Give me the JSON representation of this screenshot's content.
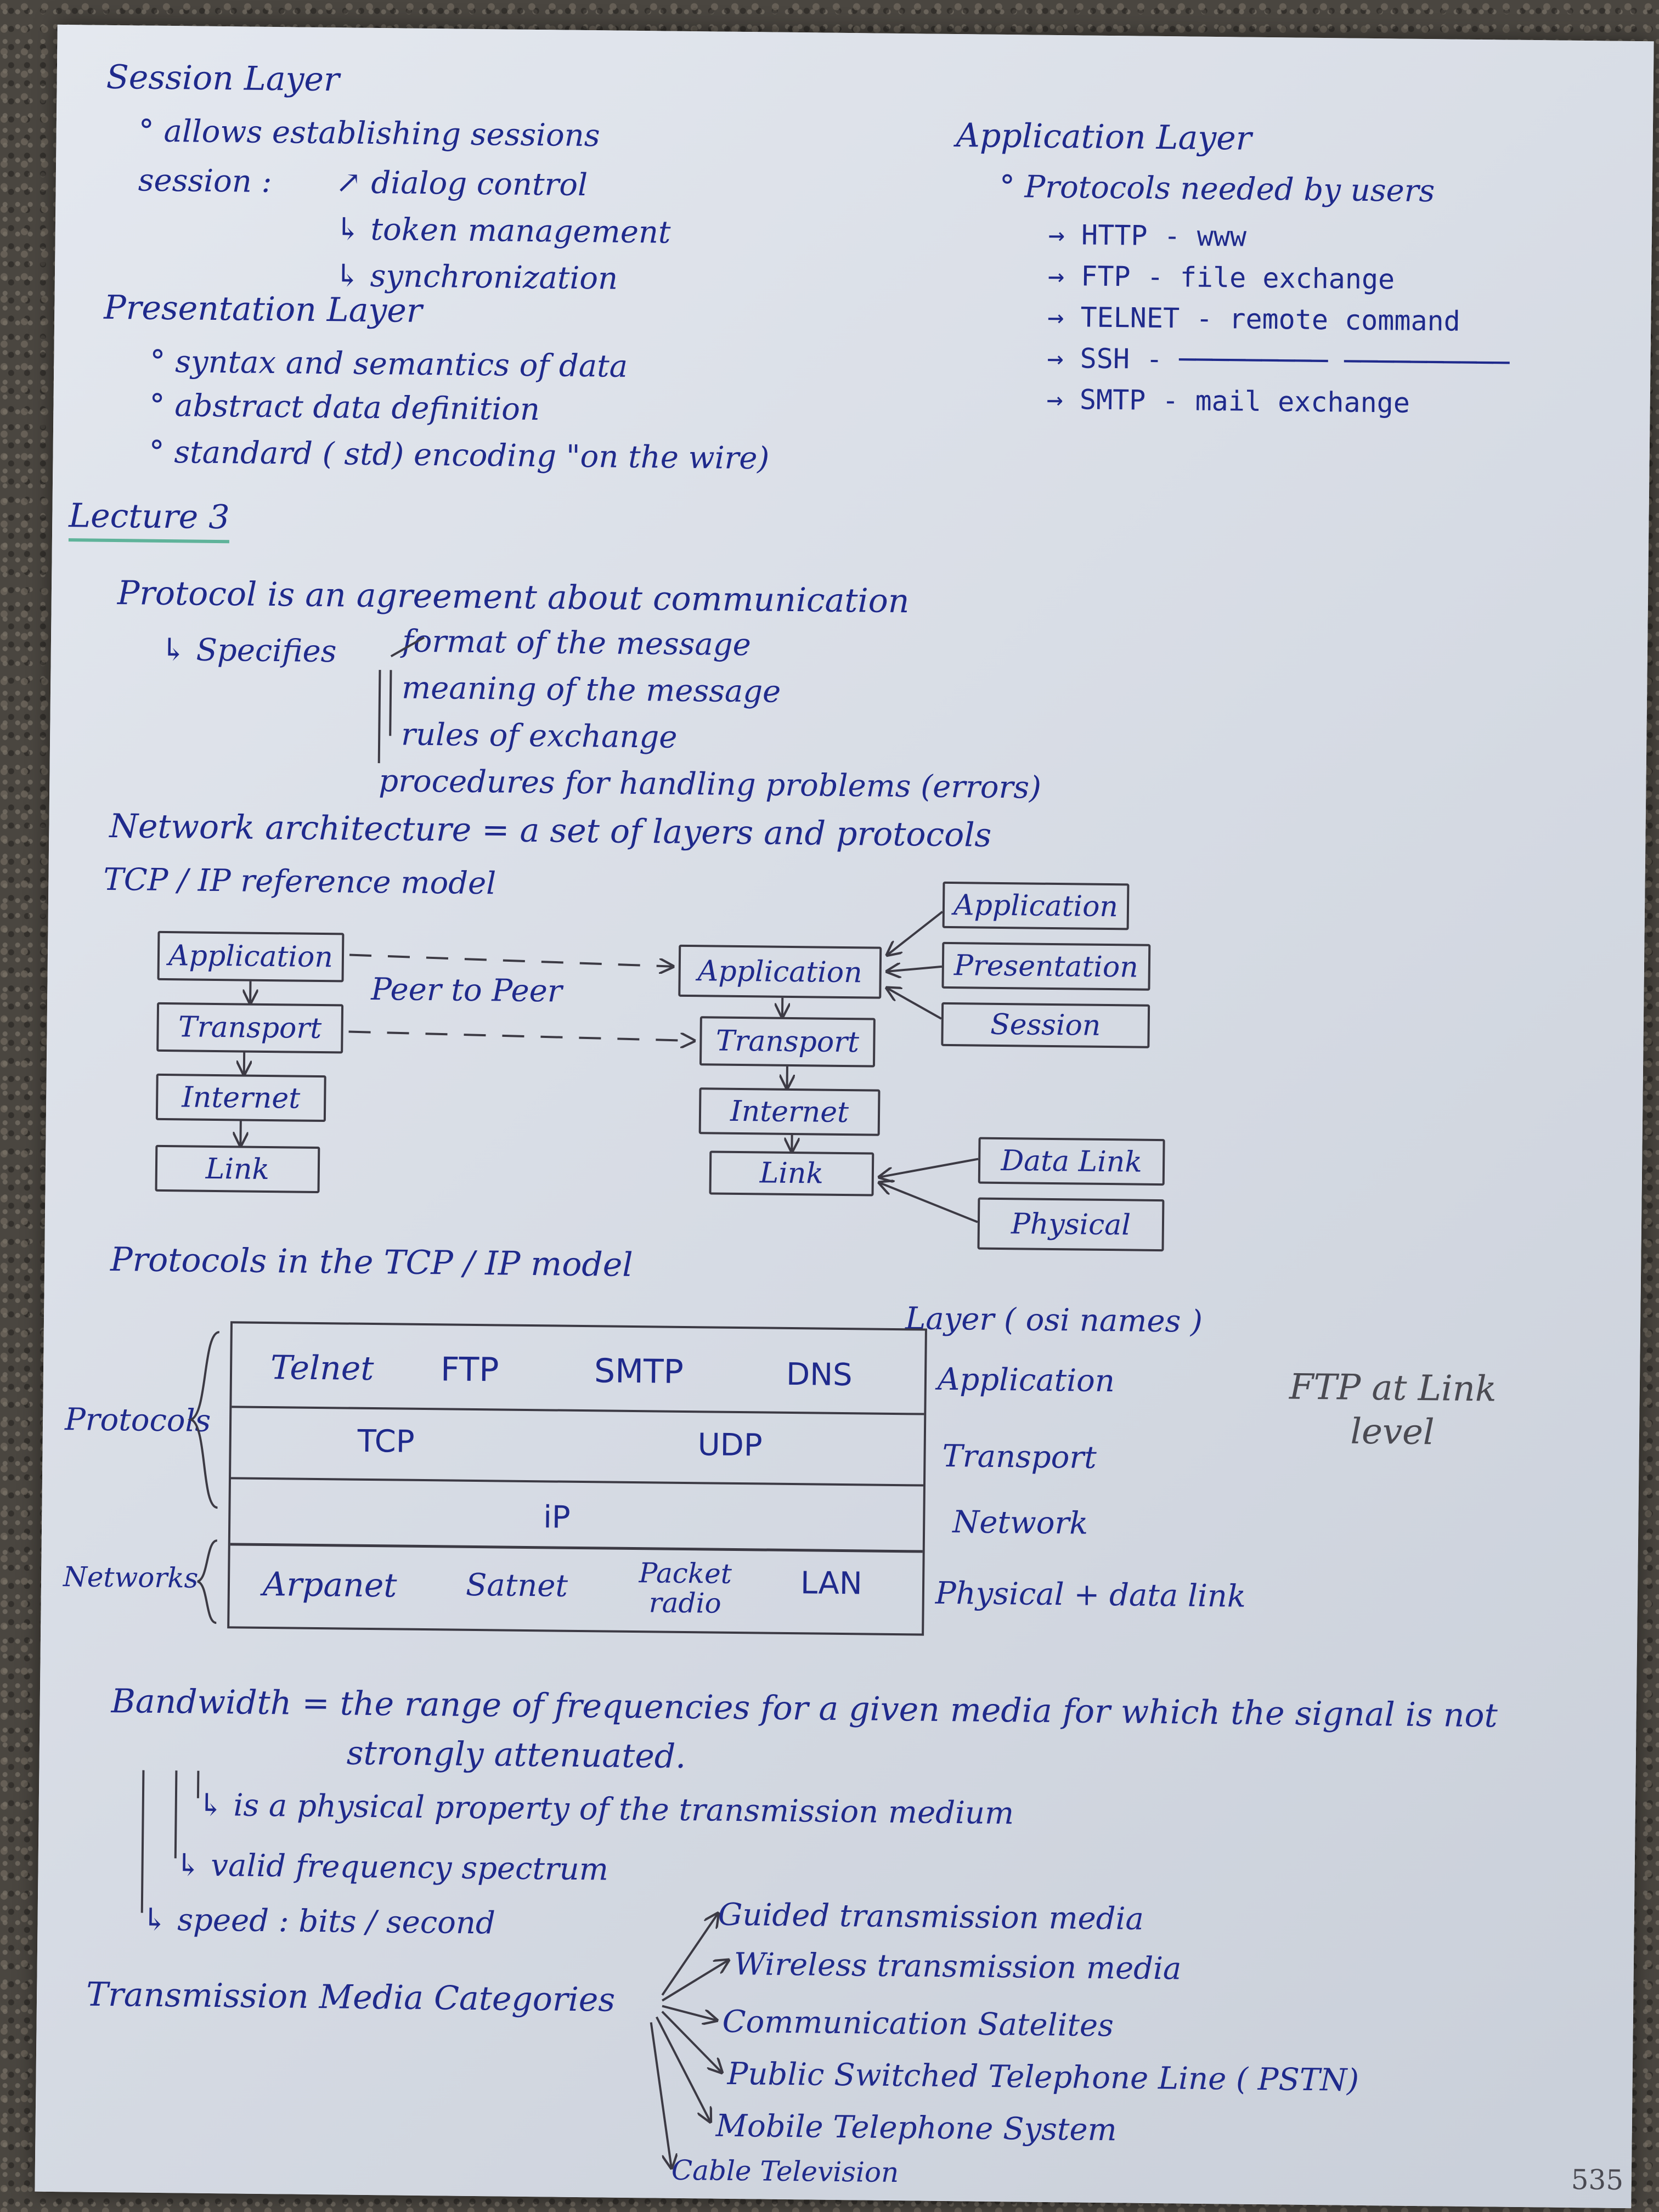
{
  "session": {
    "title": "Session Layer",
    "b1": "allows establishing sessions",
    "b2_label": "session :",
    "items": [
      "dialog control",
      "token management",
      "synchronization"
    ]
  },
  "presentation": {
    "title": "Presentation Layer",
    "items": [
      "syntax and semantics of data",
      "abstract data definition",
      "standard ( std) encoding \"on the wire)"
    ]
  },
  "application": {
    "title": "Application Layer",
    "b1": "Protocols needed by users",
    "items": [
      "HTTP - www",
      "FTP - file exchange",
      "TELNET - remote command",
      "SSH -",
      "SMTP - mail exchange"
    ]
  },
  "lecture": {
    "title": "Lecture 3",
    "protocol_def": "Protocol is an agreement about communication",
    "specifies": "Specifies",
    "spec_items": [
      "format of the message",
      "meaning of the message",
      "rules of exchange",
      "procedures for handling problems (errors)"
    ],
    "net_arch": "Network architecture = a set of layers and protocols",
    "tcpip_title": "TCP / IP reference model"
  },
  "model": {
    "left_layers": [
      "Application",
      "Transport",
      "Internet",
      "Link"
    ],
    "peer_label": "Peer to Peer",
    "right_layers": [
      "Application",
      "Transport",
      "Internet",
      "Link"
    ],
    "osi_upper": [
      "Application",
      "Presentation",
      "Session"
    ],
    "osi_lower": [
      "Data Link",
      "Physical"
    ]
  },
  "protocols_table": {
    "title": "Protocols in the TCP / IP model",
    "layer_heading": "Layer ( osi names )",
    "protocols_label": "Protocols",
    "networks_label": "Networks",
    "rows": [
      {
        "cells": [
          "Telnet",
          "FTP",
          "SMTP",
          "DNS"
        ],
        "layer": "Application"
      },
      {
        "cells": [
          "TCP",
          "UDP"
        ],
        "layer": "Transport"
      },
      {
        "cells": [
          "iP"
        ],
        "layer": "Network"
      },
      {
        "cells": [
          "Arpanet",
          "Satnet",
          "Packet radio",
          "LAN"
        ],
        "layer": "Physical + data link"
      }
    ],
    "pencil_note": "FTP at Link level"
  },
  "bandwidth": {
    "def_line1": "Bandwidth = the range of frequencies for a given media for which the signal is not",
    "def_line2": "strongly attenuated.",
    "points": [
      "is a physical property of the transmission medium",
      "valid frequency spectrum",
      "speed : bits / second"
    ]
  },
  "transmission": {
    "title": "Transmission Media Categories",
    "items": [
      "Guided transmission media",
      "Wireless transmission media",
      "Communication Satelites",
      "Public Switched Telephone Line ( PSTN)",
      "Mobile Telephone System",
      "Cable Television"
    ]
  },
  "page_number": "535",
  "colors": {
    "ink": "#1f2a8c",
    "pencil": "#4a4a52",
    "paper": "#dadfe8"
  }
}
